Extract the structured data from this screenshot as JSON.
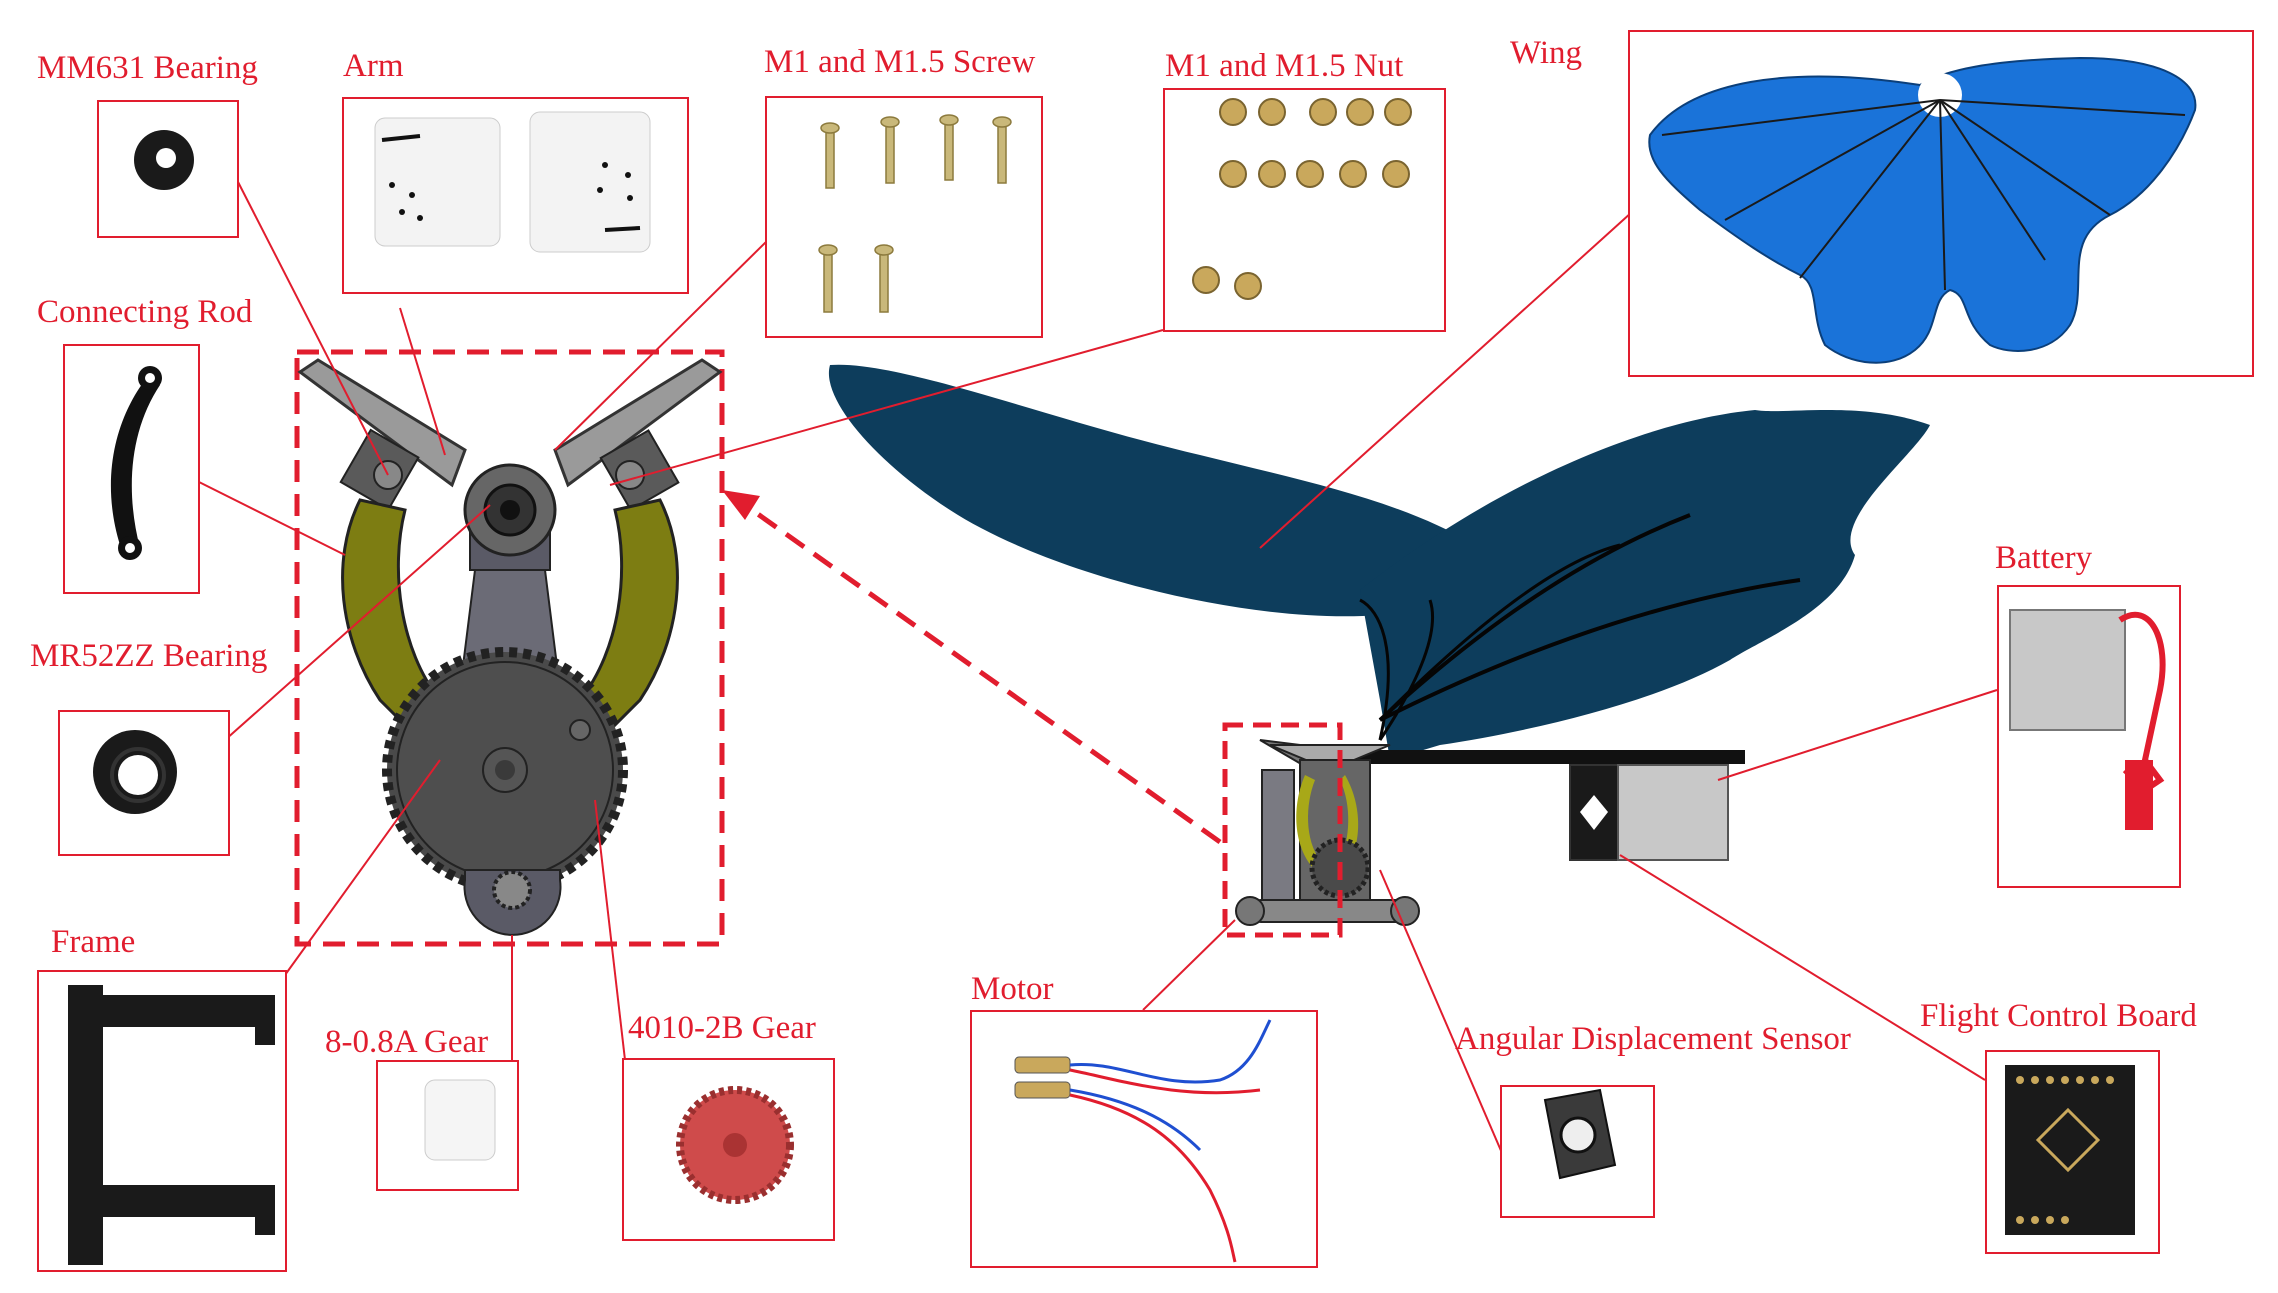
{
  "labels": {
    "mm631_bearing": "MM631 Bearing",
    "arm": "Arm",
    "screw": "M1 and M1.5 Screw",
    "nut": "M1 and M1.5 Nut",
    "wing": "Wing",
    "connecting_rod": "Connecting Rod",
    "mr52zz_bearing": "MR52ZZ Bearing",
    "frame": "Frame",
    "gear_8": "8-0.8A Gear",
    "gear_4010": "4010-2B Gear",
    "motor": "Motor",
    "sensor": "Angular Displacement Sensor",
    "flight_board": "Flight Control Board",
    "battery": "Battery"
  },
  "colors": {
    "accent": "#e11d2e",
    "wing_body": "#0d3d5c",
    "gear": "#4a4a4a",
    "rod": "#7a7a10",
    "wing_photo": "#1a73d9"
  }
}
